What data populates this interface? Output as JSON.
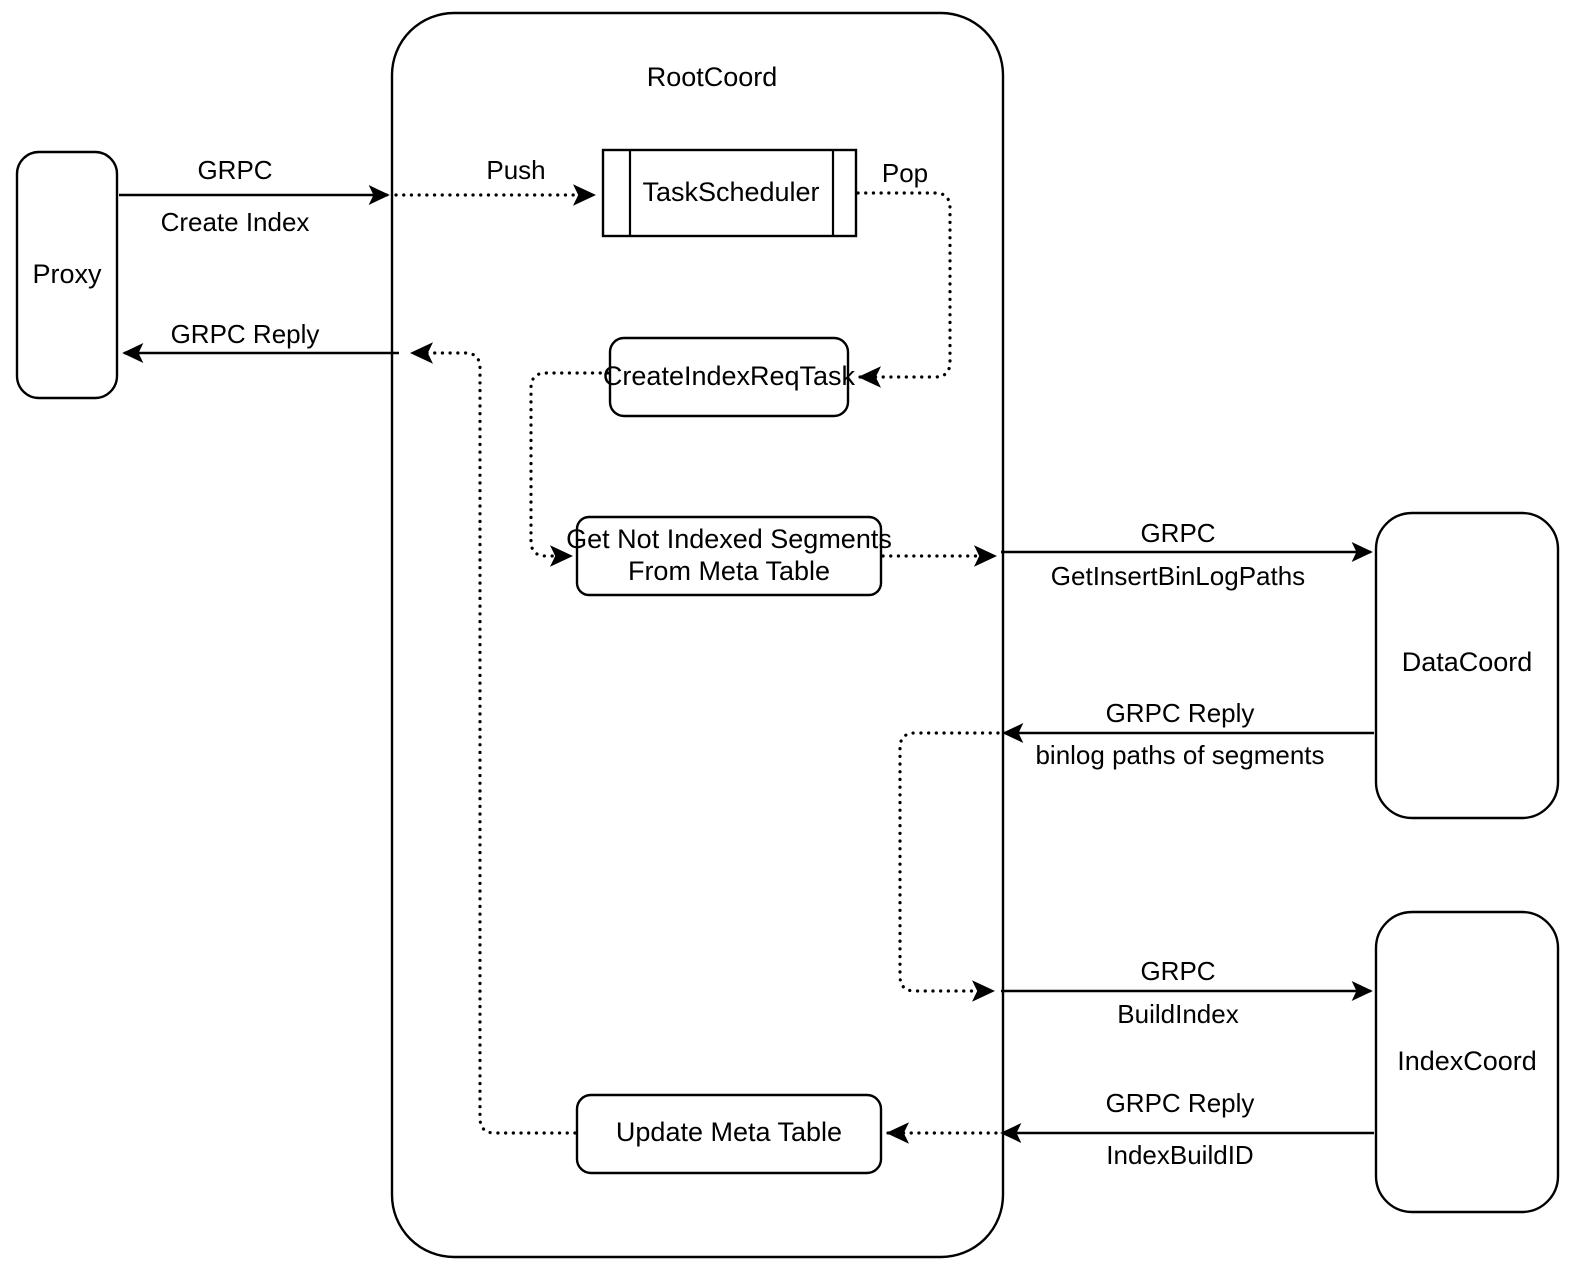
{
  "diagram": {
    "title": "RootCoord Create Index Flow",
    "background_color": "#ffffff",
    "stroke_color": "#000000",
    "container": {
      "label": "RootCoord"
    },
    "nodes": {
      "proxy": {
        "label": "Proxy"
      },
      "task_scheduler": {
        "label": "TaskScheduler"
      },
      "create_index_req_task": {
        "label": "CreateIndexReqTask"
      },
      "get_not_indexed_segments_line1": {
        "label": "Get Not Indexed Segments"
      },
      "get_not_indexed_segments_line2": {
        "label": "From Meta Table"
      },
      "update_meta_table": {
        "label": "Update Meta Table"
      },
      "data_coord": {
        "label": "DataCoord"
      },
      "index_coord": {
        "label": "IndexCoord"
      }
    },
    "edges": {
      "proxy_to_rootcoord_top": {
        "label": "GRPC"
      },
      "proxy_to_rootcoord_bottom": {
        "label": "Create Index"
      },
      "rootcoord_to_proxy": {
        "label": "GRPC Reply"
      },
      "push": {
        "label": "Push"
      },
      "pop": {
        "label": "Pop"
      },
      "to_datacoord_top": {
        "label": "GRPC"
      },
      "to_datacoord_bottom": {
        "label": "GetInsertBinLogPaths"
      },
      "from_datacoord_top": {
        "label": "GRPC Reply"
      },
      "from_datacoord_bottom": {
        "label": "binlog paths of segments"
      },
      "to_indexcoord_top": {
        "label": "GRPC"
      },
      "to_indexcoord_bottom": {
        "label": "BuildIndex"
      },
      "from_indexcoord_top": {
        "label": "GRPC Reply"
      },
      "from_indexcoord_bottom": {
        "label": "IndexBuildID"
      }
    }
  }
}
